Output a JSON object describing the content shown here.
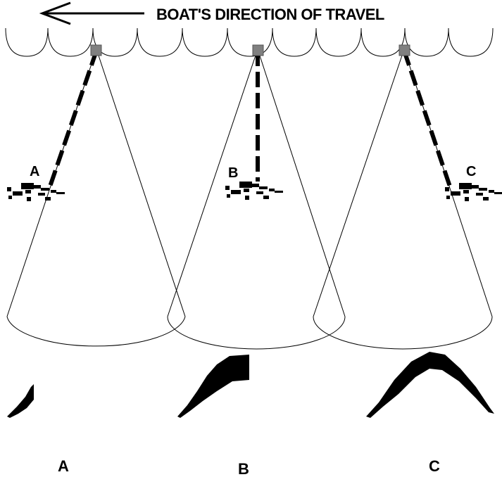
{
  "title": "BOAT'S DIRECTION OF TRAVEL",
  "icons": {
    "direction_arrow": "left-arrow-icon",
    "transducer": "transducer-square-icon",
    "fish": "fish-icon"
  },
  "colors": {
    "ink": "#000000",
    "transducer": "#808080",
    "background": "#ffffff"
  },
  "positions": [
    {
      "fish_label": "A",
      "echo_label": "A"
    },
    {
      "fish_label": "B",
      "echo_label": "B"
    },
    {
      "fish_label": "C",
      "echo_label": "C"
    }
  ]
}
